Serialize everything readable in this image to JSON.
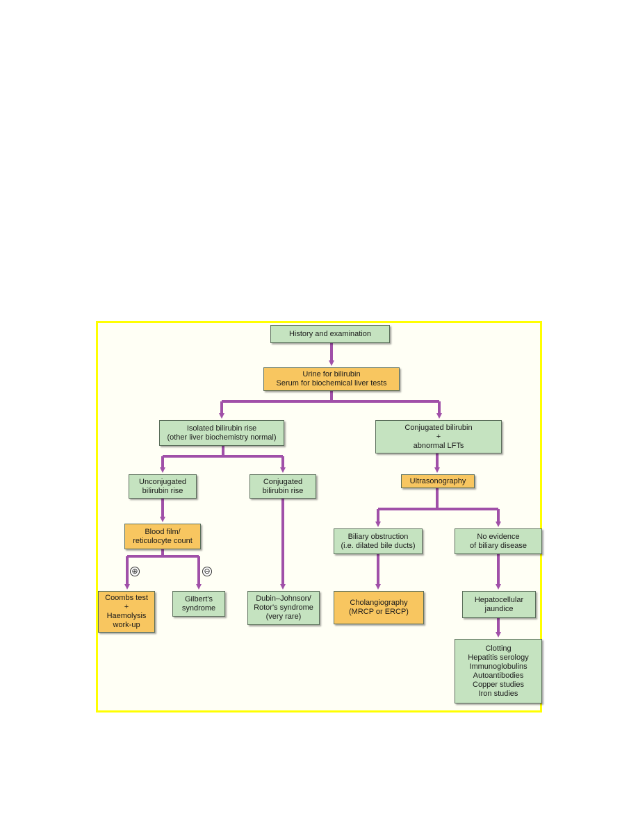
{
  "diagram": {
    "colors": {
      "border": "#ffff00",
      "arrow": "#a050a8",
      "primary_box": "#c5e3c0",
      "secondary_box": "#f8c660"
    },
    "nodes": {
      "history": {
        "lines": [
          "History and examination"
        ]
      },
      "urine": {
        "lines": [
          "Urine for bilirubin",
          "Serum for biochemical liver tests"
        ]
      },
      "isolated": {
        "lines": [
          "Isolated bilirubin rise",
          "(other liver biochemistry normal)"
        ]
      },
      "conj_lft": {
        "lines": [
          "Conjugated bilirubin",
          "+",
          "abnormal LFTs"
        ]
      },
      "unconj": {
        "lines": [
          "Unconjugated",
          "bilirubin rise"
        ]
      },
      "conj_rise": {
        "lines": [
          "Conjugated",
          "bilirubin rise"
        ]
      },
      "ultrasono": {
        "lines": [
          "Ultrasonography"
        ]
      },
      "blood_film": {
        "lines": [
          "Blood film/",
          "reticulocyte count"
        ]
      },
      "biliary_obs": {
        "lines": [
          "Biliary obstruction",
          "(i.e. dilated bile ducts)"
        ]
      },
      "no_evidence": {
        "lines": [
          "No evidence",
          "of biliary disease"
        ]
      },
      "coombs": {
        "lines": [
          "Coombs test",
          "+",
          "Haemolysis",
          "work-up"
        ]
      },
      "gilbert": {
        "lines": [
          "Gilbert's",
          "syndrome"
        ]
      },
      "dubin": {
        "lines": [
          "Dubin–Johnson/",
          "Rotor's syndrome",
          "(very rare)"
        ]
      },
      "cholang": {
        "lines": [
          "Cholangiography",
          "(MRCP or ERCP)"
        ]
      },
      "hepatocell": {
        "lines": [
          "Hepatocellular",
          "jaundice"
        ]
      },
      "clotting": {
        "lines": [
          "Clotting",
          "Hepatitis serology",
          "Immunoglobulins",
          "Autoantibodies",
          "Copper studies",
          "Iron studies"
        ]
      }
    },
    "signs": {
      "positive": "⊕",
      "negative": "⊖"
    }
  }
}
